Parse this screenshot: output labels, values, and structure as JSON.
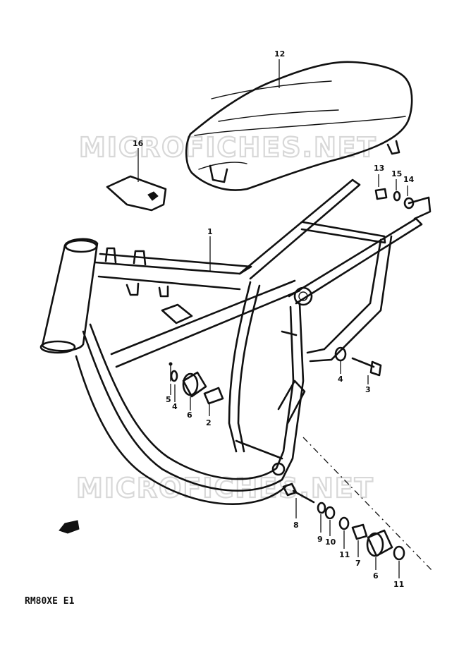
{
  "watermark": "MICROFICHES.NET",
  "model_code": "RM80XE E1",
  "callouts": {
    "c1": "1",
    "c2": "2",
    "c3": "3",
    "c4a": "4",
    "c4b": "4",
    "c5": "5",
    "c6a": "6",
    "c6b": "6",
    "c7": "7",
    "c8": "8",
    "c9": "9",
    "c10": "10",
    "c11a": "11",
    "c11b": "11",
    "c12": "12",
    "c13": "13",
    "c14": "14",
    "c15": "15",
    "c16": "16"
  }
}
